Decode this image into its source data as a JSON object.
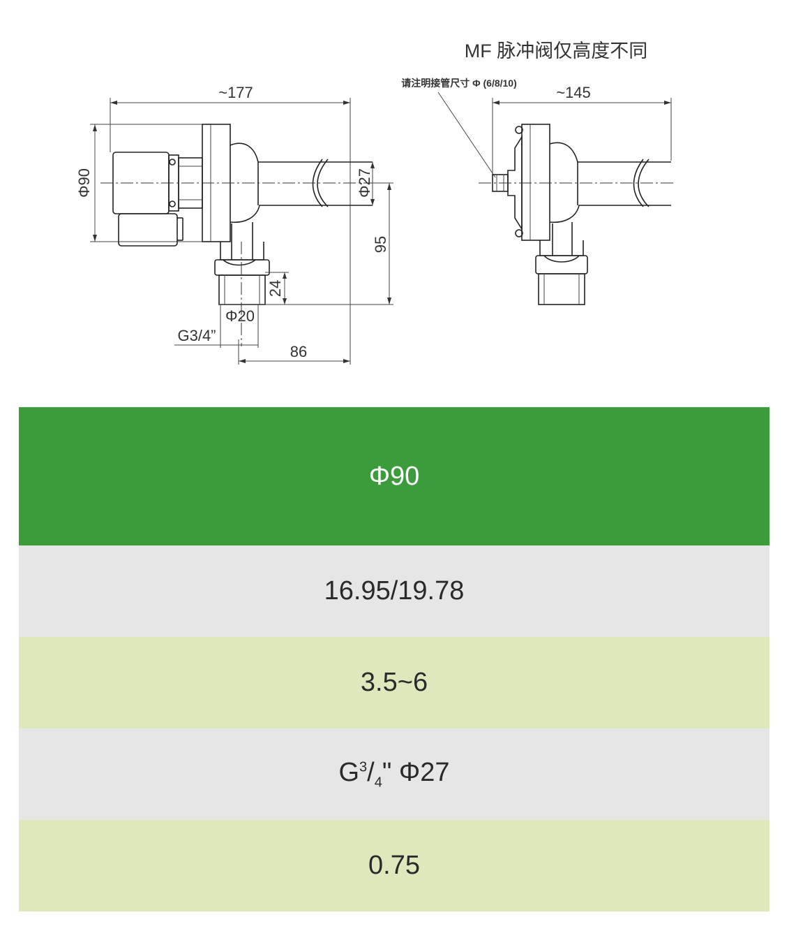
{
  "drawing": {
    "title": "MF 脉冲阀仅高度不同",
    "note": "请注明接管尺寸 Φ (6/8/10)",
    "left_view": {
      "width_label": "~177",
      "height_label": "Φ90",
      "outlet_label": "Φ27",
      "height2_label": "95",
      "inlet_height_label": "24",
      "inlet_diameter_label": "Φ20",
      "thread_label": "G3/4”",
      "offset_label": "86"
    },
    "right_view": {
      "width_label": "~145"
    }
  },
  "table": {
    "rows": [
      {
        "value": "Φ90"
      },
      {
        "value": "16.95/19.78"
      },
      {
        "value": "3.5~6"
      },
      {
        "value_g": "G",
        "value_sup": "3",
        "value_slash": "/",
        "value_sub": "4",
        "value_rest": "\" Φ27"
      },
      {
        "value": "0.75"
      }
    ]
  },
  "colors": {
    "header_green": "#3c9c3c",
    "row_gray": "#e6e6e6",
    "row_lightgreen": "#dde9bd"
  }
}
